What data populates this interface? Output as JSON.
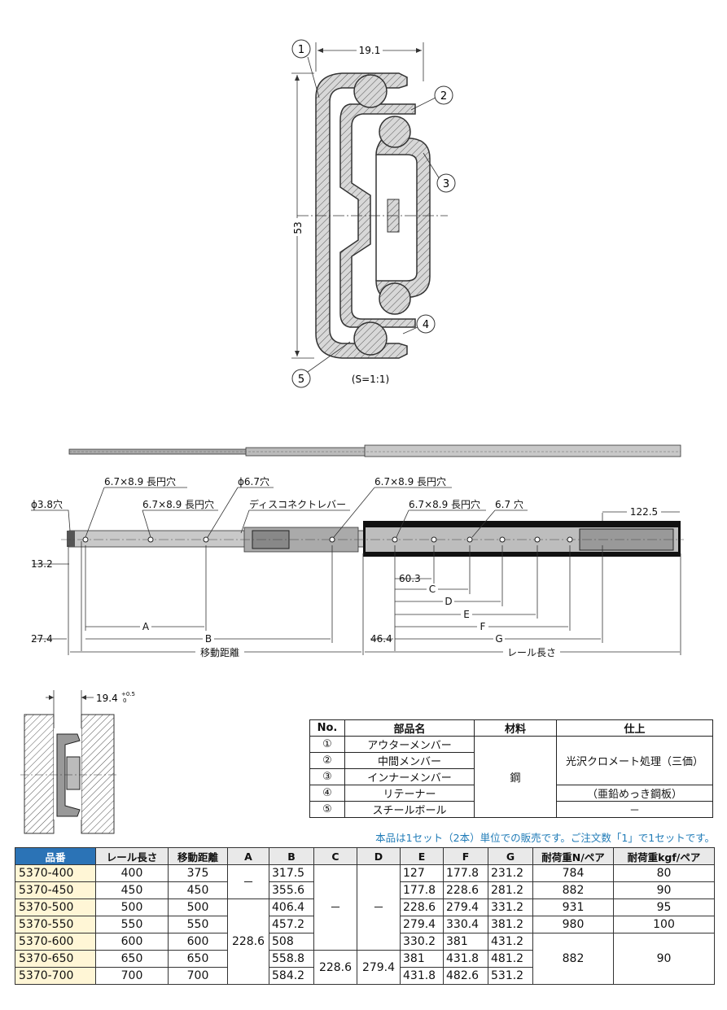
{
  "cross_section": {
    "dim_width": "19.1",
    "dim_height": "53",
    "scale": "(S=1:1)",
    "callouts": [
      "1",
      "2",
      "3",
      "4",
      "5"
    ]
  },
  "rail": {
    "labels": {
      "hole_38": "ϕ3.8穴",
      "slot_1": "6.7×8.9 長円穴",
      "slot_2": "6.7×8.9 長円穴",
      "hole_67a": "ϕ6.7穴",
      "disconnect": "ディスコネクトレバー",
      "slot_3": "6.7×8.9 長円穴",
      "slot_4": "6.7×8.9 長円穴",
      "hole_67b": "6.7 穴",
      "dim_1225": "122.5",
      "dim_132": "13.2",
      "dim_603": "60.3",
      "C": "C",
      "D": "D",
      "E": "E",
      "F": "F",
      "G": "G",
      "A": "A",
      "B": "B",
      "dim_274": "27.4",
      "dim_464": "46.4",
      "travel": "移動距離",
      "length": "レール長さ"
    }
  },
  "mount": {
    "dim": "19.4",
    "tol_upper": "+0.5",
    "tol_lower": "0"
  },
  "parts_table": {
    "headers": [
      "No.",
      "部品名",
      "材料",
      "仕上"
    ],
    "rows": [
      {
        "no": "①",
        "name": "アウターメンバー"
      },
      {
        "no": "②",
        "name": "中間メンバー"
      },
      {
        "no": "③",
        "name": "インナーメンバー"
      },
      {
        "no": "④",
        "name": "リテーナー"
      },
      {
        "no": "⑤",
        "name": "スチールボール"
      }
    ],
    "material": "鋼",
    "finish_main": "光沢クロメート処理（三価）",
    "finish_retainer": "（亜鉛めっき鋼板）",
    "finish_ball": "－"
  },
  "note": "本品は1セット（2本）単位での販売です。ご注文数「1」で1セットです。",
  "spec_table": {
    "headers": [
      "品番",
      "レール長さ",
      "移動距離",
      "A",
      "B",
      "C",
      "D",
      "E",
      "F",
      "G",
      "耐荷重N/ペア",
      "耐荷重kgf/ペア"
    ],
    "rows": [
      [
        "5370-400",
        "400",
        "375",
        "－",
        "317.5",
        "－",
        "－",
        "127",
        "177.8",
        "231.2",
        "784",
        "80"
      ],
      [
        "5370-450",
        "450",
        "450",
        "",
        "355.6",
        "",
        "",
        "177.8",
        "228.6",
        "281.2",
        "882",
        "90"
      ],
      [
        "5370-500",
        "500",
        "500",
        "228.6",
        "406.4",
        "",
        "",
        "228.6",
        "279.4",
        "331.2",
        "931",
        "95"
      ],
      [
        "5370-550",
        "550",
        "550",
        "",
        "457.2",
        "",
        "",
        "279.4",
        "330.4",
        "381.2",
        "980",
        "100"
      ],
      [
        "5370-600",
        "600",
        "600",
        "",
        "508",
        "",
        "",
        "330.2",
        "381",
        "431.2",
        "882",
        "90"
      ],
      [
        "5370-650",
        "650",
        "650",
        "",
        "558.8",
        "228.6",
        "279.4",
        "381",
        "431.8",
        "481.2",
        "",
        ""
      ],
      [
        "5370-700",
        "700",
        "700",
        "",
        "584.2",
        "",
        "",
        "431.8",
        "482.6",
        "531.2",
        "",
        ""
      ]
    ]
  }
}
